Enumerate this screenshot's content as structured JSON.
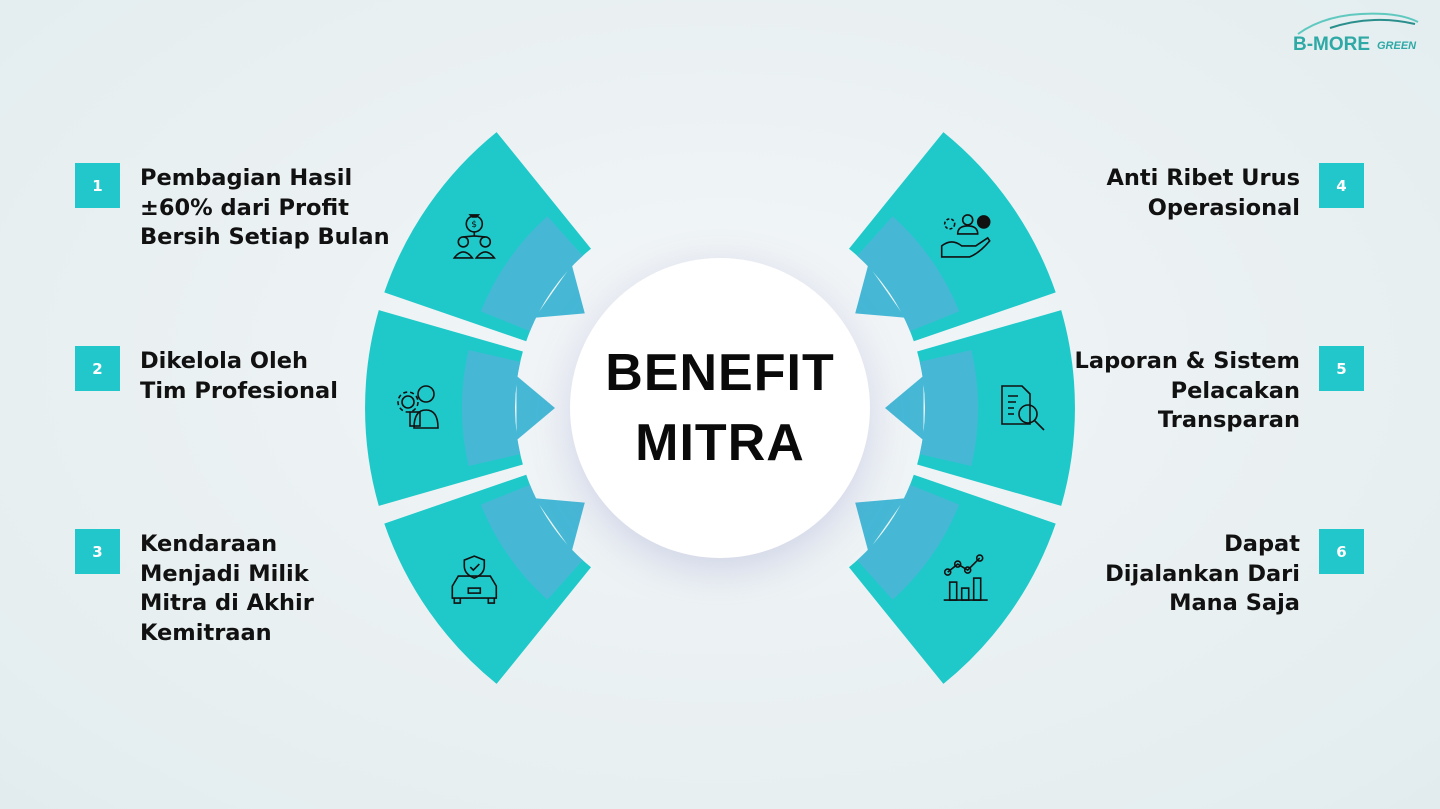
{
  "logo": {
    "brand": "B-MORE",
    "suffix": "GREEN"
  },
  "center": {
    "line1": "BENEFIT",
    "line2": "MITRA"
  },
  "colors": {
    "segment": "#1fc9c9",
    "band": "#46b8d6",
    "number_box": "#22c7cc",
    "text": "#111111"
  },
  "benefits": [
    {
      "number": "1",
      "label": "Pembagian Hasil\n±60% dari Profit\nBersih Setiap Bulan",
      "icon": "money-bag-people-icon"
    },
    {
      "number": "2",
      "label": "Dikelola Oleh\nTim Profesional",
      "icon": "gear-professional-icon"
    },
    {
      "number": "3",
      "label": "Kendaraan\nMenjadi Milik\nMitra di Akhir\nKemitraan",
      "icon": "car-shield-icon"
    },
    {
      "number": "4",
      "label": "Anti Ribet Urus\nOperasional",
      "icon": "hand-gear-person-check-icon"
    },
    {
      "number": "5",
      "label": "Laporan & Sistem\nPelacakan\nTransparan",
      "icon": "document-search-icon"
    },
    {
      "number": "6",
      "label": "Dapat\nDijalankan Dari\nMana Saja",
      "icon": "growth-chart-icon"
    }
  ]
}
